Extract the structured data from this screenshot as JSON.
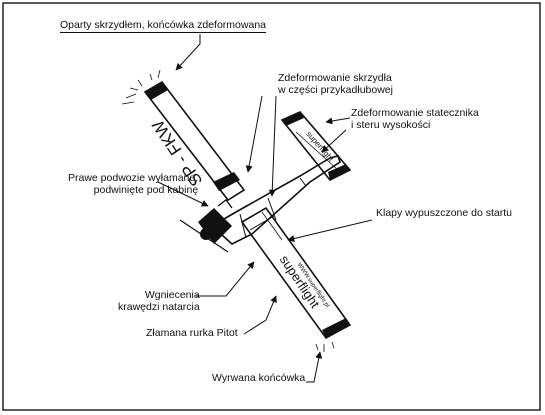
{
  "annotations": {
    "wingtip": "Oparty skrzydłem, końcówka zdeformowana",
    "wing_root_line1": "Zdeformowanie skrzydła",
    "wing_root_line2": "w części przykadłubowej",
    "stabilizer_line1": "Zdeformowanie statecznika",
    "stabilizer_line2": "i steru wysokości",
    "landing_gear_line1": "Prawe podwozie wyłamane,",
    "landing_gear_line2": "podwinięte pod kabinę",
    "flaps": "Klapy wypuszczone do startu",
    "dents_line1": "Wgniecenia",
    "dents_line2": "krawędzi natarcia",
    "pitot": "Złamana rurka Pitot",
    "tip_torn": "Wyrwana końcówka"
  },
  "aircraft": {
    "registration": "SP - FKW",
    "wing_marking": "superflight",
    "wing_small_text": "WWW.superflight.pl",
    "tail_marking": "superflight"
  }
}
